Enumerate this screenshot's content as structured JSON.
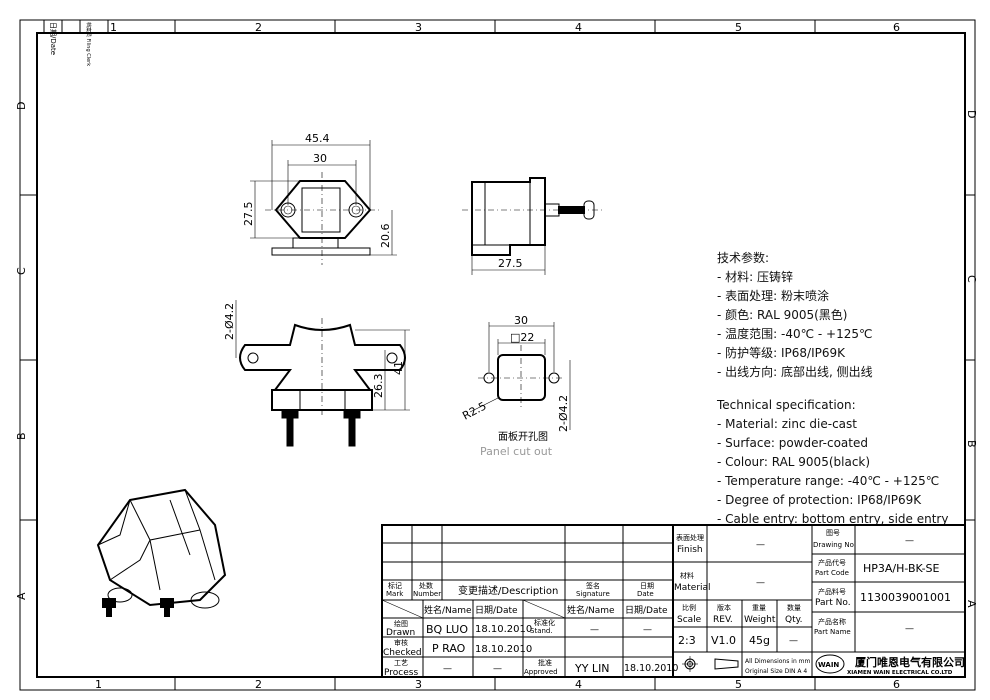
{
  "frame": {
    "columns": [
      "1",
      "2",
      "3",
      "4",
      "5",
      "6"
    ],
    "rows": [
      "D",
      "C",
      "B",
      "A"
    ],
    "filing_date": "日期/Date",
    "filing_check": "档案员 Filing Clerk"
  },
  "views": {
    "front": {
      "width_outer": "45.4",
      "hole_spacing": "30",
      "height": "27.5",
      "center_height": "20.6"
    },
    "side": {
      "depth": "27.5"
    },
    "bottom": {
      "holes": "2-Ø4.2",
      "height_a": "26.3",
      "height_b": "41"
    },
    "panel": {
      "width": "30",
      "square": "□22",
      "radius": "R2.5",
      "holes": "2-Ø4.2",
      "title_cn": "面板开孔图",
      "title_en": "Panel cut out"
    }
  },
  "spec": {
    "cn_title": "技术参数:",
    "cn_items": [
      "- 材料: 压铸锌",
      "- 表面处理: 粉末喷涂",
      "- 颜色: RAL 9005(黑色)",
      "- 温度范围: -40℃ - +125℃",
      "- 防护等级: IP68/IP69K",
      "- 出线方向: 底部出线, 侧出线"
    ],
    "en_title": "Technical specification:",
    "en_items": [
      "- Material: zinc die-cast",
      "- Surface: powder-coated",
      "- Colour: RAL 9005(black)",
      "- Temperature range: -40℃ - +125℃",
      "- Degree of protection: IP68/IP69K",
      "- Cable entry: bottom entry, side entry"
    ]
  },
  "title_block": {
    "mark": [
      "标记",
      "Mark"
    ],
    "number": [
      "处数",
      "Number"
    ],
    "description": "变更描述/Description",
    "signature": [
      "签名",
      "Signature"
    ],
    "date": [
      "日期",
      "Date"
    ],
    "name_hdr": "姓名/Name",
    "date_hdr": "日期/Date",
    "drawn": [
      "绘图",
      "Drawn"
    ],
    "checked": [
      "审核",
      "Checked"
    ],
    "process": [
      "工艺",
      "Process"
    ],
    "stand": [
      "标准化",
      "Stand."
    ],
    "approved": [
      "批准",
      "Approved"
    ],
    "drawn_name": "BQ LUO",
    "drawn_date": "18.10.2010",
    "checked_name": "P RAO",
    "checked_date": "18.10.2010",
    "process_name": "—",
    "process_date": "—",
    "stand_name": "—",
    "stand_date": "—",
    "approved_name": "YY LIN",
    "approved_date": "18.10.2010",
    "finish": [
      "表面处理",
      "Finish"
    ],
    "finish_val": "—",
    "material": [
      "材料",
      "Material"
    ],
    "material_val": "—",
    "scale": [
      "比例",
      "Scale"
    ],
    "rev": [
      "版本",
      "REV."
    ],
    "weight": [
      "重量",
      "Weight"
    ],
    "qty": [
      "数量",
      "Qty."
    ],
    "scale_val": "2:3",
    "rev_val": "V1.0",
    "weight_val": "45g",
    "qty_val": "—",
    "units": [
      "All Dimensions in mm",
      "Original Size DIN A 4"
    ],
    "drawing_no": [
      "图号",
      "Drawing No."
    ],
    "drawing_no_val": "—",
    "part_code": [
      "产品代号",
      "Part Code"
    ],
    "part_code_val": "HP3A/H-BK-SE",
    "part_no": [
      "产品料号",
      "Part No."
    ],
    "part_no_val": "1130039001001",
    "part_name": [
      "产品名称",
      "Part Name"
    ],
    "part_name_val": "—",
    "logo": "WAIN",
    "company_cn": "厦门唯恩电气有限公司",
    "company_en": "XIAMEN WAIN ELECTRICAL CO.LTD"
  }
}
